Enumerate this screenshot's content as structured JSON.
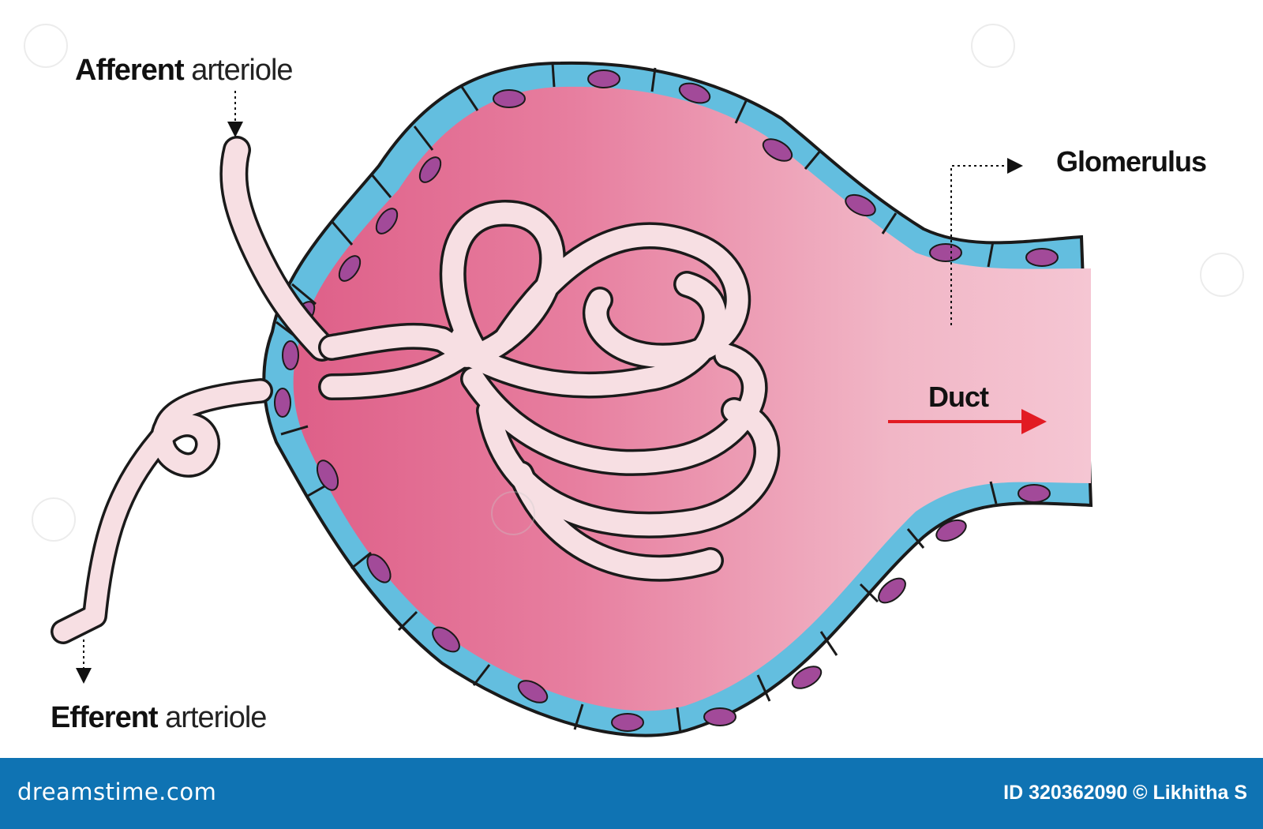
{
  "labels": {
    "afferent": {
      "bold": "Afferent",
      "rest": " arteriole"
    },
    "efferent": {
      "bold": "Efferent",
      "rest": " arteriole"
    },
    "glomerulus": "Glomerulus",
    "duct": "Duct"
  },
  "footer": {
    "brand": "dreamstime.com",
    "credit": "ID 320362090 © Likhitha S"
  },
  "colors": {
    "capsule_dark": "#de5f88",
    "capsule_light": "#f3c3d1",
    "cell_fill": "#63bedf",
    "nucleus": "#a24a99",
    "vessel": "#f7dfe3",
    "arrow_red": "#e21b23",
    "footer_bg": "#0f73b3"
  },
  "icons": {
    "watermark": "dreamstime-swirl-icon",
    "pointer": "dotted-arrow-icon"
  }
}
